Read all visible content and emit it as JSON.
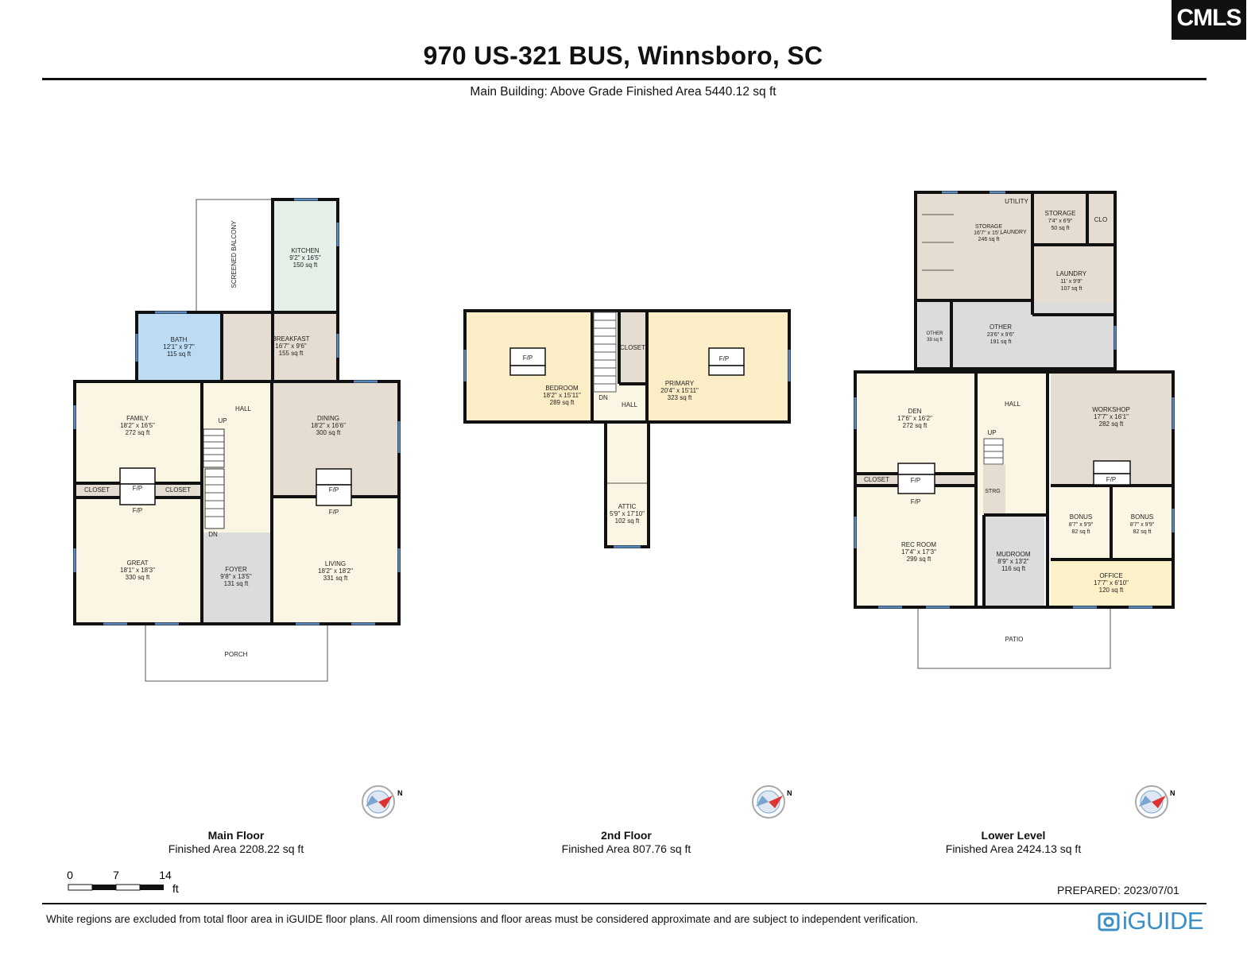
{
  "header": {
    "title": "970 US-321 BUS, Winnsboro, SC",
    "subtitle": "Main Building: Above Grade Finished Area 5440.12 sq ft",
    "logo_text": "CMLS"
  },
  "colors": {
    "wall": "#111111",
    "living": "#fbf5e3",
    "bedroom": "#fbeec6",
    "kitchen": "#e3efe7",
    "bath": "#bcdcf5",
    "utility": "#e5ddd1",
    "gray": "#dcdcdc",
    "office": "#fcf1c8",
    "window": "#5b88b8",
    "iguide": "#3a8fc6"
  },
  "floors": [
    {
      "id": "main",
      "title": "Main Floor",
      "area": "Finished Area 2208.22 sq ft",
      "rooms": [
        {
          "name": "KITCHEN",
          "dims": "9'2\" x 16'5\"",
          "area": "150 sq ft"
        },
        {
          "name": "BATH",
          "dims": "12'1\" x 9'7\"",
          "area": "115 sq ft"
        },
        {
          "name": "BREAKFAST",
          "dims": "16'7\" x 9'6\"",
          "area": "155 sq ft"
        },
        {
          "name": "FAMILY",
          "dims": "18'2\" x 16'5\"",
          "area": "272 sq ft"
        },
        {
          "name": "DINING",
          "dims": "18'2\" x 16'6\"",
          "area": "300 sq ft"
        },
        {
          "name": "GREAT",
          "dims": "18'1\" x 18'3\"",
          "area": "330 sq ft"
        },
        {
          "name": "FOYER",
          "dims": "9'8\" x 13'5\"",
          "area": "131 sq ft"
        },
        {
          "name": "LIVING",
          "dims": "18'2\" x 18'2\"",
          "area": "331 sq ft"
        }
      ],
      "labels": [
        "SCREENED BALCONY",
        "HALL",
        "UP",
        "DN",
        "CLOSET",
        "CLOSET",
        "F/P",
        "F/P",
        "F/P",
        "F/P",
        "PORCH"
      ]
    },
    {
      "id": "second",
      "title": "2nd Floor",
      "area": "Finished Area 807.76 sq ft",
      "rooms": [
        {
          "name": "BEDROOM",
          "dims": "18'2\" x 15'11\"",
          "area": "289 sq ft"
        },
        {
          "name": "PRIMARY",
          "dims": "20'4\" x 15'11\"",
          "area": "323 sq ft"
        },
        {
          "name": "ATTIC",
          "dims": "5'9\" x 17'10\"",
          "area": "102 sq ft"
        }
      ],
      "labels": [
        "CLOSET",
        "HALL",
        "DN",
        "F/P",
        "F/P"
      ]
    },
    {
      "id": "lower",
      "title": "Lower Level",
      "area": "Finished Area 2424.13 sq ft",
      "rooms": [
        {
          "name": "STORAGE",
          "dims": "16'7\" x 15'...",
          "area": "246 sq ft"
        },
        {
          "name": "STORAGE",
          "dims": "7'4\" x 6'9\"",
          "area": "50 sq ft"
        },
        {
          "name": "LAUNDRY",
          "dims": "11' x 9'9\"",
          "area": "107 sq ft"
        },
        {
          "name": "OTHER",
          "dims": "",
          "area": "39 sq ft"
        },
        {
          "name": "OTHER",
          "dims": "23'6\" x 9'6\"",
          "area": "191 sq ft"
        },
        {
          "name": "DEN",
          "dims": "17'6\" x 16'2\"",
          "area": "272 sq ft"
        },
        {
          "name": "WORKSHOP",
          "dims": "17'7\" x 16'1\"",
          "area": "282 sq ft"
        },
        {
          "name": "REC ROOM",
          "dims": "17'4\" x 17'3\"",
          "area": "299 sq ft"
        },
        {
          "name": "MUDROOM",
          "dims": "8'9\" x 13'2\"",
          "area": "116 sq ft"
        },
        {
          "name": "BONUS",
          "dims": "8'7\" x 9'9\"",
          "area": "82 sq ft"
        },
        {
          "name": "BONUS",
          "dims": "8'7\" x 9'9\"",
          "area": "82 sq ft"
        },
        {
          "name": "OFFICE",
          "dims": "17'7\" x 6'10\"",
          "area": "120 sq ft"
        }
      ],
      "labels": [
        "UTILITY",
        "LAUNDRY",
        "CLO",
        "HALL",
        "UP",
        "STRG",
        "CLOSET",
        "F/P",
        "F/P",
        "F/P",
        "PATIO"
      ]
    }
  ],
  "compass_letter": "N",
  "scale": {
    "ticks": [
      "0",
      "7",
      "14"
    ],
    "unit": "ft"
  },
  "prepared": "PREPARED: 2023/07/01",
  "disclaimer": "White regions are excluded from total floor area in iGUIDE floor plans. All room dimensions and floor areas must be considered approximate and are subject to independent verification.",
  "brand": "iGUIDE"
}
